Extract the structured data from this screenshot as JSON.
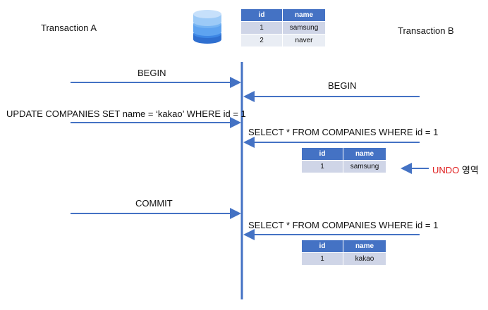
{
  "header": {
    "transaction_a": "Transaction A",
    "transaction_b": "Transaction B",
    "db_icon": "database-icon"
  },
  "db_table": {
    "columns": [
      "id",
      "name"
    ],
    "rows": [
      [
        "1",
        "samsung"
      ],
      [
        "2",
        "naver"
      ]
    ]
  },
  "steps": {
    "begin_a": "BEGIN",
    "begin_b": "BEGIN",
    "update_a": "UPDATE COMPANIES SET name = ‘kakao’ WHERE id = 1",
    "select_b1": "SELECT * FROM COMPANIES WHERE id = 1",
    "commit_a": "COMMIT",
    "select_b2": "SELECT * FROM COMPANIES WHERE id = 1"
  },
  "result_table_1": {
    "columns": [
      "id",
      "name"
    ],
    "rows": [
      [
        "1",
        "samsung"
      ]
    ]
  },
  "result_table_2": {
    "columns": [
      "id",
      "name"
    ],
    "rows": [
      [
        "1",
        "kakao"
      ]
    ]
  },
  "undo_label": {
    "undo": "UNDO",
    "area": " 영역"
  },
  "colors": {
    "arrow": "#4472c4",
    "header": "#4472c4",
    "undo": "#e02020"
  }
}
